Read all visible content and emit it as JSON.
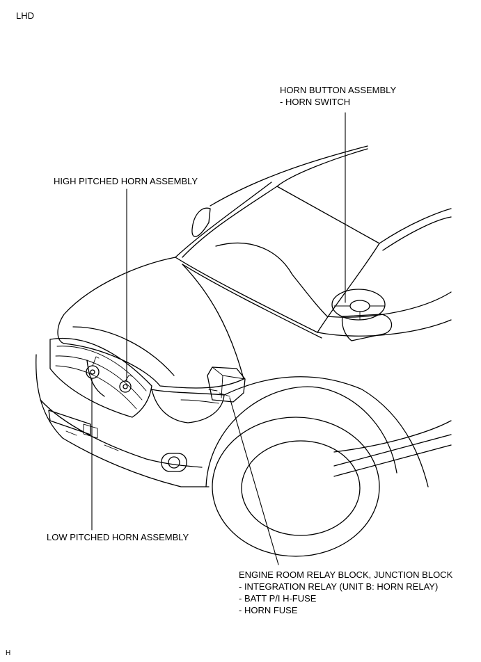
{
  "corner_label": "LHD",
  "footer_code": "H",
  "labels": {
    "horn_button": [
      "HORN BUTTON ASSEMBLY",
      "- HORN SWITCH"
    ],
    "high_horn": "HIGH PITCHED HORN ASSEMBLY",
    "low_horn": "LOW PITCHED HORN ASSEMBLY",
    "relay_block": [
      "ENGINE ROOM RELAY BLOCK, JUNCTION BLOCK",
      "- INTEGRATION RELAY (UNIT B: HORN RELAY)",
      "- BATT P/I H-FUSE",
      "- HORN FUSE"
    ]
  }
}
